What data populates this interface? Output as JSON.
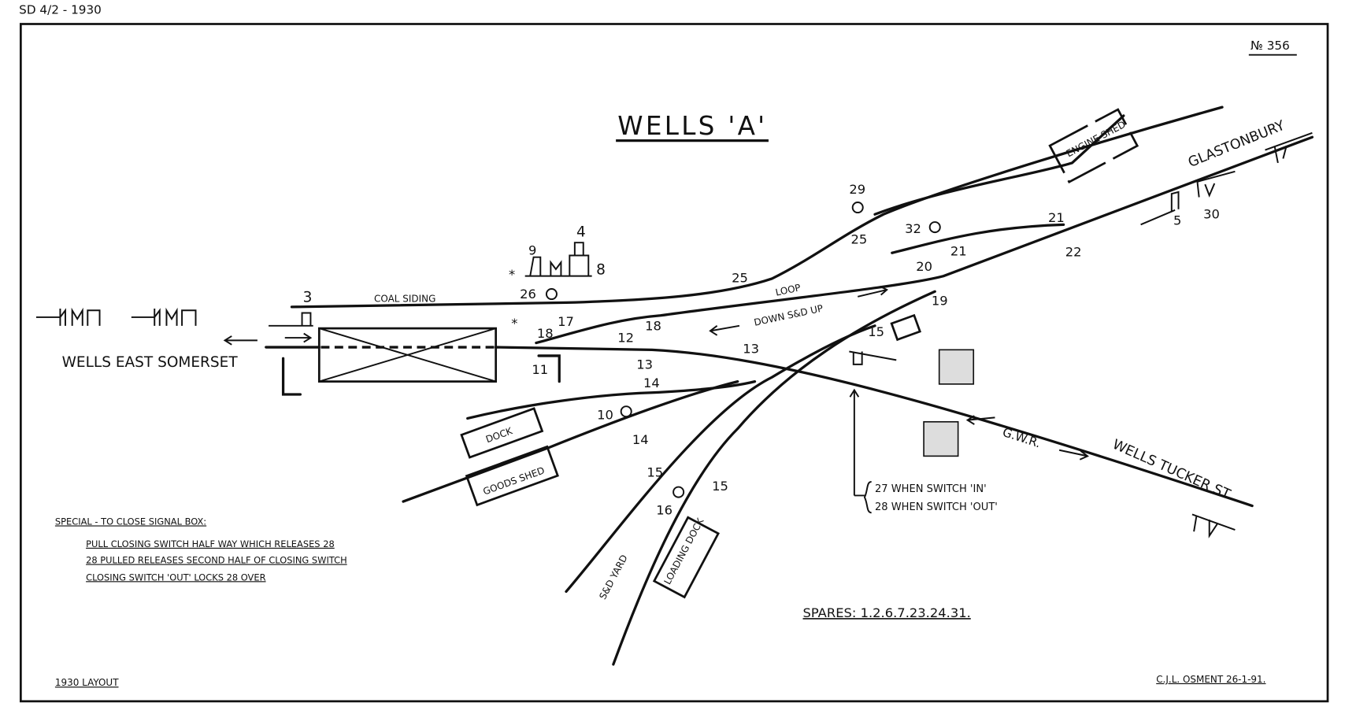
{
  "header": {
    "ref": "SD 4/2 - 1930",
    "number": "№ 356",
    "title": "WELLS 'A'"
  },
  "places": {
    "west": "WELLS EAST SOMERSET",
    "east_gwr": "WELLS TUCKER ST",
    "east_sd": "GLASTONBURY",
    "gwr": "G.W.R.",
    "sd_yard": "S&D YARD"
  },
  "lines": {
    "coal_siding": "COAL SIDING",
    "loop": "LOOP",
    "down_up": "DOWN  S&D  UP"
  },
  "buildings": {
    "engine_shed": "ENGINE SHED",
    "dock": "DOCK",
    "goods_shed": "GOODS SHED",
    "loading_dock": "LOADING DOCK"
  },
  "levers": {
    "l3": "3",
    "l4": "4",
    "l8": "8",
    "l9": "9",
    "l26": "26",
    "l17": "17",
    "l18a": "18",
    "l18b": "18",
    "l11": "11",
    "l12": "12",
    "l13a": "13",
    "l13b": "13",
    "l14a": "14",
    "l14b": "14",
    "l10": "10",
    "l25a": "25",
    "l25b": "25",
    "l29": "29",
    "l32": "32",
    "l21a": "21",
    "l21b": "21",
    "l22": "22",
    "l20": "20",
    "l19": "19",
    "l15a": "15",
    "l15b": "15",
    "l15c": "15",
    "l16": "16",
    "l5": "5",
    "l30": "30",
    "asterisk1": "*",
    "asterisk2": "*"
  },
  "switch_note": {
    "in": "27 WHEN SWITCH 'IN'",
    "out": "28 WHEN SWITCH 'OUT'"
  },
  "special": {
    "heading": "SPECIAL - TO CLOSE SIGNAL BOX:",
    "lines": [
      "PULL CLOSING SWITCH HALF WAY WHICH RELEASES 28",
      "28 PULLED RELEASES SECOND HALF OF CLOSING SWITCH",
      "CLOSING SWITCH 'OUT' LOCKS 28 OVER"
    ]
  },
  "spares": "SPARES: 1.2.6.7.23.24.31.",
  "footer": {
    "layout": "1930 LAYOUT",
    "author": "C.J.L. OSMENT  26-1-91."
  }
}
